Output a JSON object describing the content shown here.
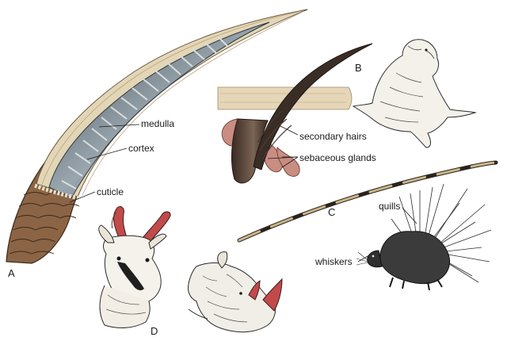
{
  "figure": {
    "panel_letters": {
      "a": "A",
      "b": "B",
      "c": "C",
      "d": "D"
    },
    "labels": {
      "medulla": "medulla",
      "cortex": "cortex",
      "cuticle": "cuticle",
      "secondary_hairs": "secondary hairs",
      "sebaceous_glands": "sebaceous glands",
      "quills": "quills",
      "whiskers": "whiskers"
    },
    "subjects": {
      "panel_a": "hair-shaft-cross-section",
      "panel_b": [
        "hair-follicle",
        "fur-seal"
      ],
      "panel_c": [
        "porcupine-quill",
        "porcupine"
      ],
      "panel_d": [
        "pronghorn",
        "rhinoceros"
      ]
    },
    "colors": {
      "background": "#ffffff",
      "ink": "#1b1b1b",
      "cuticle_brown": "#7a5236",
      "cortex_tan": "#e3d6b6",
      "medulla_gray": "#5d6a72",
      "skin_tan": "#e6d6b8",
      "gland_pink": "#c98d82",
      "horn_red": "#c24a4a",
      "quill_tan": "#cbb58a"
    }
  }
}
